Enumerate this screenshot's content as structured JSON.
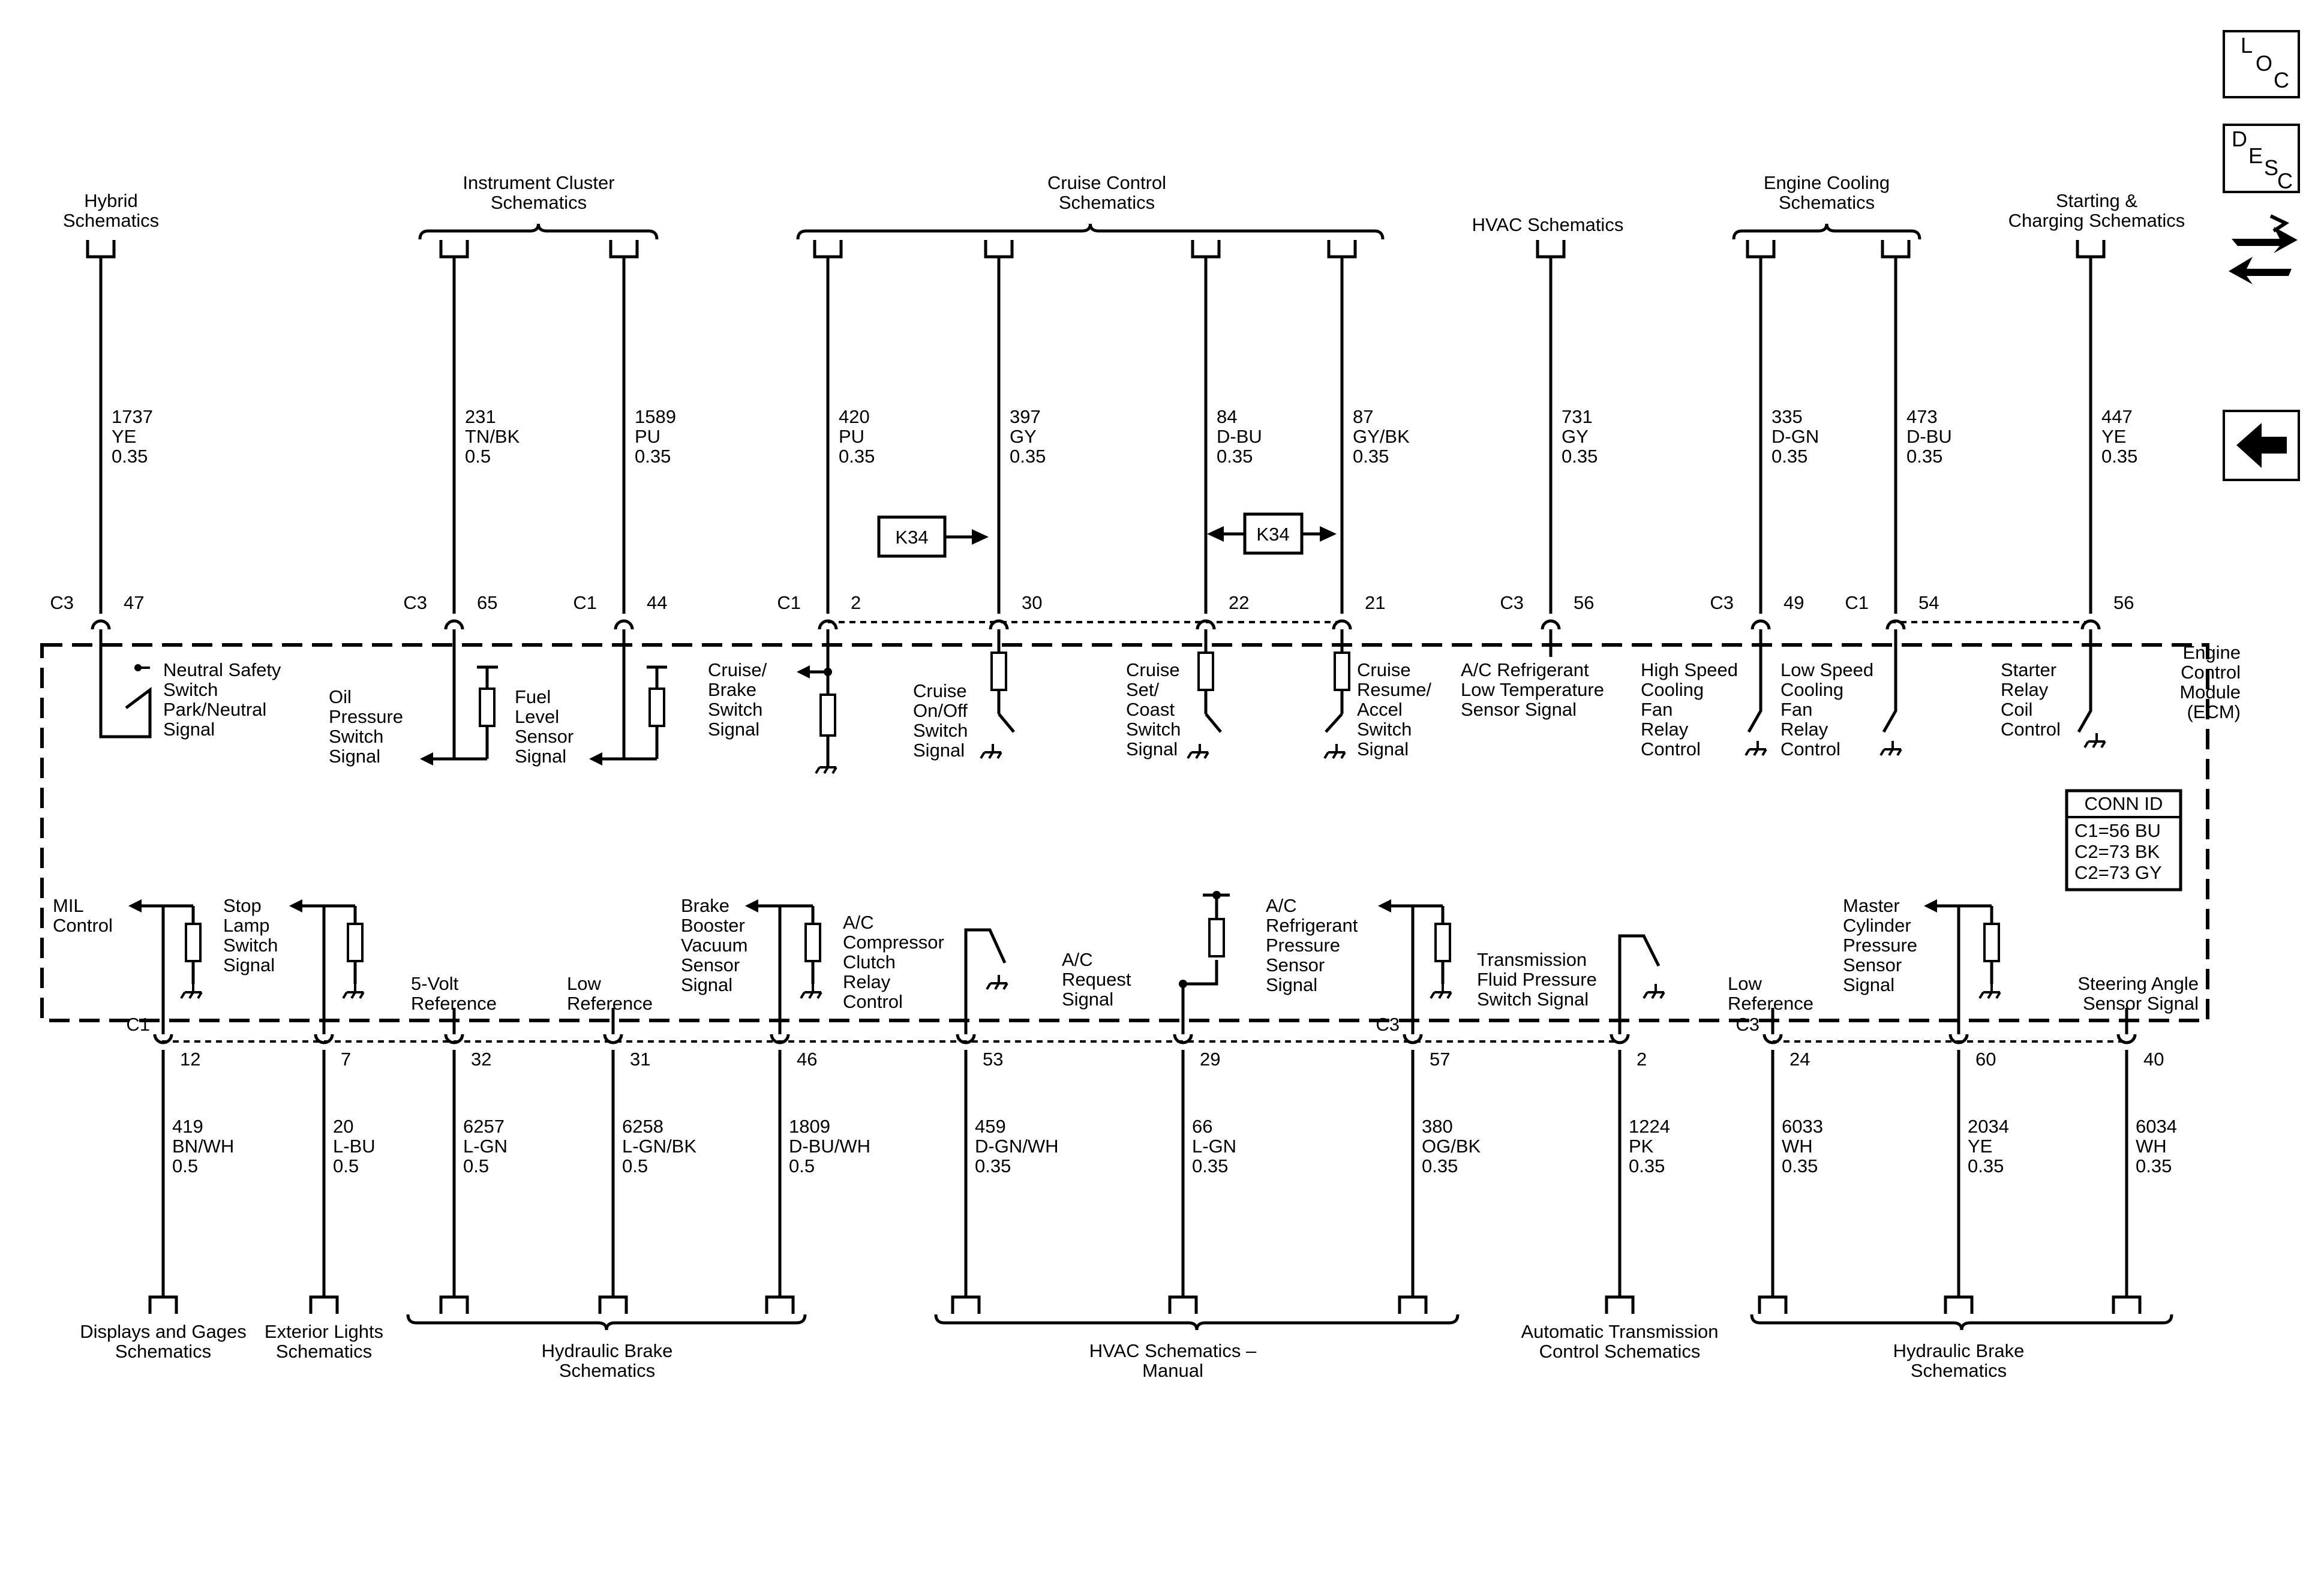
{
  "module": {
    "label": [
      "Engine",
      "Control",
      "Module",
      "(ECM)"
    ]
  },
  "conn_id": {
    "title": "CONN ID",
    "lines": [
      "C1=56 BU",
      "C2=73 BK",
      "C2=73 GY"
    ]
  },
  "top_groups": [
    {
      "title": [
        "Hybrid",
        "Schematics"
      ]
    },
    {
      "title": [
        "Instrument Cluster",
        "Schematics"
      ]
    },
    {
      "title": [
        "Cruise Control",
        "Schematics"
      ]
    },
    {
      "title": [
        "HVAC Schematics"
      ]
    },
    {
      "title": [
        "Engine Cooling",
        "Schematics"
      ]
    },
    {
      "title": [
        "Starting &",
        "Charging Schematics"
      ]
    }
  ],
  "top_circuits": [
    {
      "wire": [
        "1737",
        "YE",
        "0.35"
      ],
      "conn": "C3",
      "pin": "47",
      "label": [
        "Neutral Safety",
        "Switch",
        "Park/Neutral",
        "Signal"
      ]
    },
    {
      "wire": [
        "231",
        "TN/BK",
        "0.5"
      ],
      "conn": "C3",
      "pin": "65",
      "label": [
        "Oil",
        "Pressure",
        "Switch",
        "Signal"
      ]
    },
    {
      "wire": [
        "1589",
        "PU",
        "0.35"
      ],
      "conn": "C1",
      "pin": "44",
      "label": [
        "Fuel",
        "Level",
        "Sensor",
        "Signal"
      ]
    },
    {
      "wire": [
        "420",
        "PU",
        "0.35"
      ],
      "conn": "C1",
      "pin": "2",
      "label": [
        "Cruise/",
        "Brake",
        "Switch",
        "Signal"
      ]
    },
    {
      "wire": [
        "397",
        "GY",
        "0.35"
      ],
      "conn": "",
      "pin": "30",
      "label": [
        "Cruise",
        "On/Off",
        "Switch",
        "Signal"
      ]
    },
    {
      "wire": [
        "84",
        "D-BU",
        "0.35"
      ],
      "conn": "",
      "pin": "22",
      "label": [
        "Cruise",
        "Set/",
        "Coast",
        "Switch",
        "Signal"
      ]
    },
    {
      "wire": [
        "87",
        "GY/BK",
        "0.35"
      ],
      "conn": "",
      "pin": "21",
      "label": [
        "Cruise",
        "Resume/",
        "Accel",
        "Switch",
        "Signal"
      ]
    },
    {
      "wire": [
        "731",
        "GY",
        "0.35"
      ],
      "conn": "C3",
      "pin": "56",
      "label": [
        "A/C Refrigerant",
        "Low Temperature",
        "Sensor Signal"
      ]
    },
    {
      "wire": [
        "335",
        "D-GN",
        "0.35"
      ],
      "conn": "C3",
      "pin": "49",
      "label": [
        "High Speed",
        "Cooling",
        "Fan",
        "Relay",
        "Control"
      ]
    },
    {
      "wire": [
        "473",
        "D-BU",
        "0.35"
      ],
      "conn": "C1",
      "pin": "54",
      "label": [
        "Low Speed",
        "Cooling",
        "Fan",
        "Relay",
        "Control"
      ]
    },
    {
      "wire": [
        "447",
        "YE",
        "0.35"
      ],
      "conn": "",
      "pin": "56",
      "label": [
        "Starter",
        "Relay",
        "Coil",
        "Control"
      ]
    }
  ],
  "k34_label": "K34",
  "bottom_circuits": [
    {
      "wire": [
        "419",
        "BN/WH",
        "0.5"
      ],
      "conn": "C1",
      "pin": "12",
      "label": [
        "MIL",
        "Control"
      ]
    },
    {
      "wire": [
        "20",
        "L-BU",
        "0.5"
      ],
      "conn": "",
      "pin": "7",
      "label": [
        "Stop",
        "Lamp",
        "Switch",
        "Signal"
      ]
    },
    {
      "wire": [
        "6257",
        "L-GN",
        "0.5"
      ],
      "conn": "",
      "pin": "32",
      "label": [
        "5-Volt",
        "Reference"
      ]
    },
    {
      "wire": [
        "6258",
        "L-GN/BK",
        "0.5"
      ],
      "conn": "",
      "pin": "31",
      "label": [
        "Low",
        "Reference"
      ]
    },
    {
      "wire": [
        "1809",
        "D-BU/WH",
        "0.5"
      ],
      "conn": "",
      "pin": "46",
      "label": [
        "Brake",
        "Booster",
        "Vacuum",
        "Sensor",
        "Signal"
      ]
    },
    {
      "wire": [
        "459",
        "D-GN/WH",
        "0.35"
      ],
      "conn": "",
      "pin": "53",
      "label": [
        "A/C",
        "Compressor",
        "Clutch",
        "Relay",
        "Control"
      ]
    },
    {
      "wire": [
        "66",
        "L-GN",
        "0.35"
      ],
      "conn": "",
      "pin": "29",
      "label": [
        "A/C",
        "Request",
        "Signal"
      ]
    },
    {
      "wire": [
        "380",
        "OG/BK",
        "0.35"
      ],
      "conn": "C3",
      "pin": "57",
      "label": [
        "A/C",
        "Refrigerant",
        "Pressure",
        "Sensor",
        "Signal"
      ]
    },
    {
      "wire": [
        "1224",
        "PK",
        "0.35"
      ],
      "conn": "",
      "pin": "2",
      "label": [
        "Transmission",
        "Fluid Pressure",
        "Switch Signal"
      ]
    },
    {
      "wire": [
        "6033",
        "WH",
        "0.35"
      ],
      "conn": "C3",
      "pin": "24",
      "label": [
        "Low",
        "Reference"
      ]
    },
    {
      "wire": [
        "2034",
        "YE",
        "0.35"
      ],
      "conn": "",
      "pin": "60",
      "label": [
        "Master",
        "Cylinder",
        "Pressure",
        "Sensor",
        "Signal"
      ]
    },
    {
      "wire": [
        "6034",
        "WH",
        "0.35"
      ],
      "conn": "",
      "pin": "40",
      "label": [
        "Steering Angle",
        "Sensor Signal"
      ]
    }
  ],
  "bottom_groups": [
    {
      "title": [
        "Displays and Gages",
        "Schematics"
      ]
    },
    {
      "title": [
        "Exterior Lights",
        "Schematics"
      ]
    },
    {
      "title": [
        "Hydraulic Brake",
        "Schematics"
      ]
    },
    {
      "title": [
        "HVAC Schematics –",
        "Manual"
      ]
    },
    {
      "title": [
        "Automatic Transmission",
        "Control Schematics"
      ]
    },
    {
      "title": [
        "Hydraulic Brake",
        "Schematics"
      ]
    }
  ],
  "side_buttons": {
    "loc": [
      "L",
      "O",
      "C"
    ],
    "desc": [
      "D",
      "E",
      "S",
      "C"
    ],
    "links_icon": "swap-arrows-icon",
    "back_icon": "back-arrow-icon"
  }
}
